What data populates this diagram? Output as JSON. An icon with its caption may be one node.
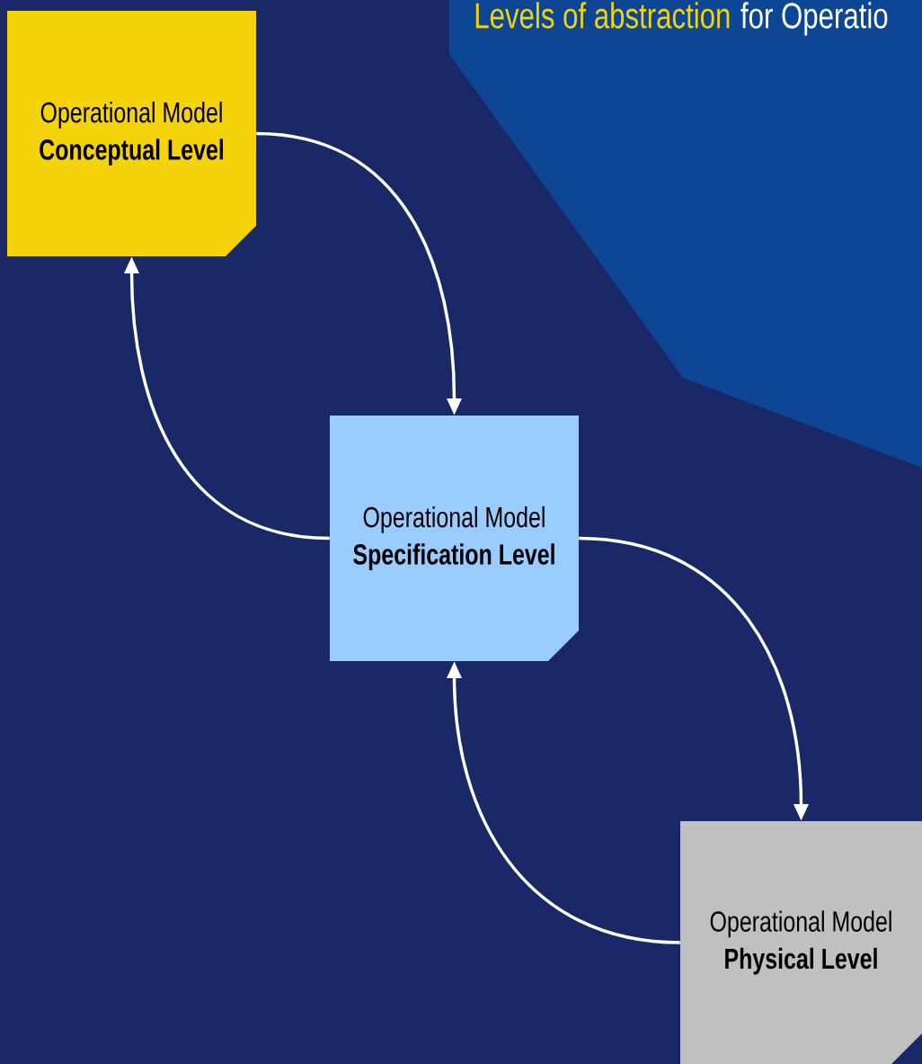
{
  "diagram": {
    "title": "Levels of abstraction",
    "nodes": [
      {
        "text": [
          "Operational Model",
          "Conceptual Level"
        ]
      },
      {
        "text": [
          "Operational Model",
          "Specification Level"
        ]
      },
      {
        "text": [
          "Operational Model",
          "Physical Level"
        ]
      }
    ],
    "edges": [
      {
        "from": 0,
        "to": 1,
        "arrow": "to"
      },
      {
        "from": 1,
        "to": 0,
        "arrow": "to"
      },
      {
        "from": 1,
        "to": 2,
        "arrow": "to"
      },
      {
        "from": 2,
        "to": 1,
        "arrow": "to"
      }
    ],
    "labels": [
      "for Operatio"
    ]
  }
}
